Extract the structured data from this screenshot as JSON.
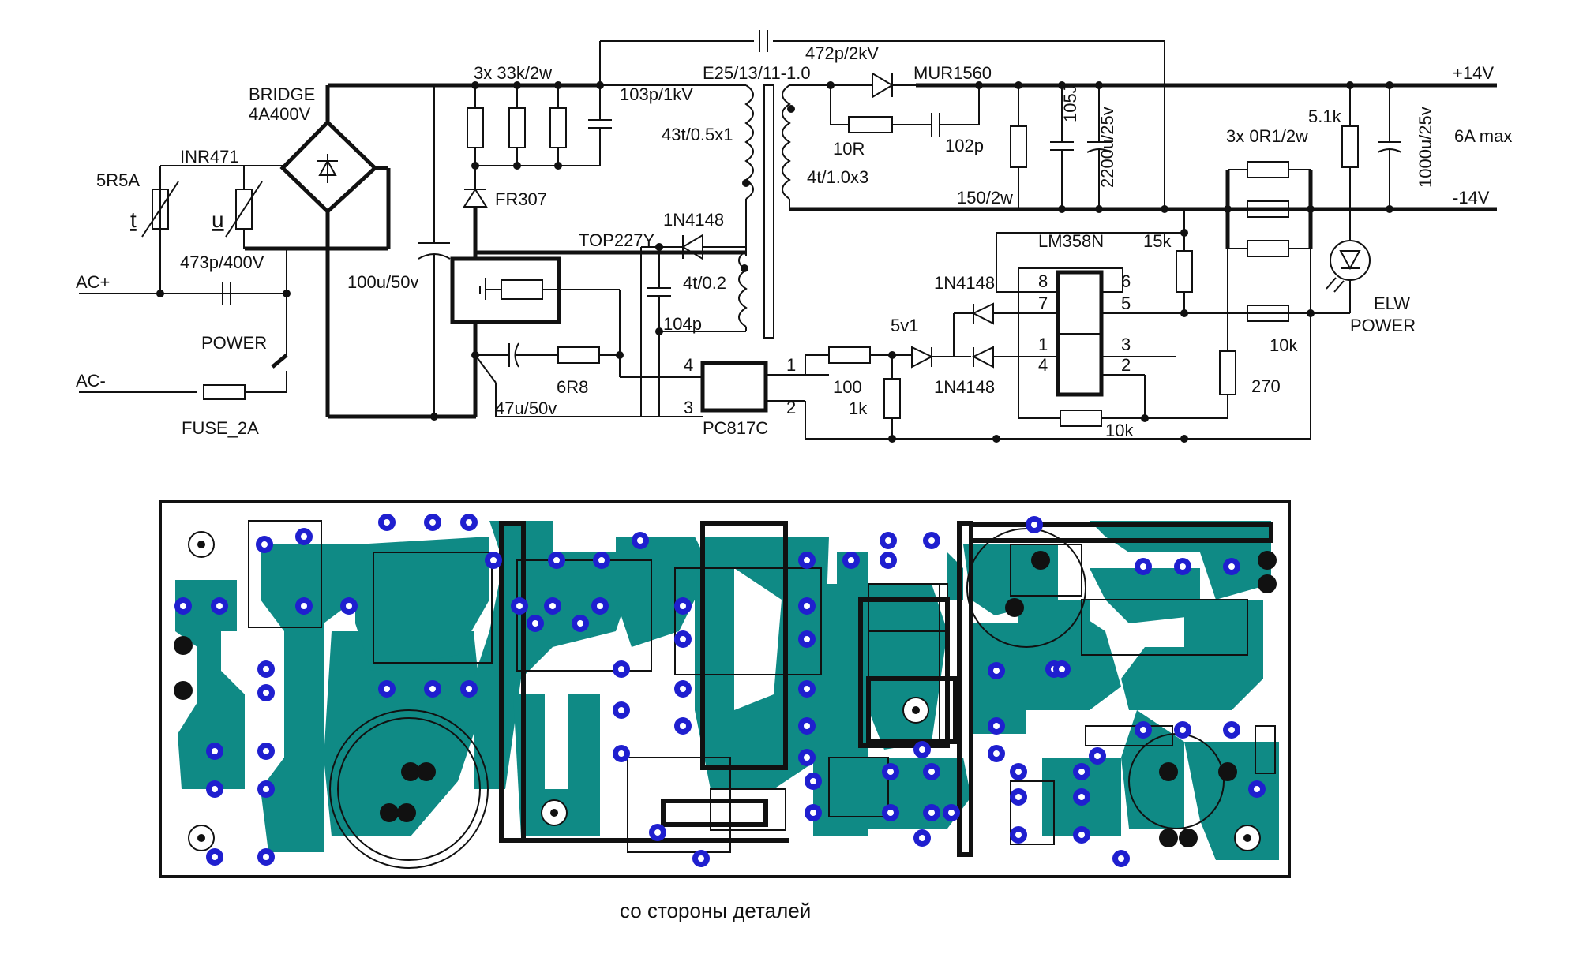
{
  "schematic": {
    "labels": {
      "bridge": "BRIDGE",
      "bridge_rating": "4A400V",
      "ntc": "5R5A",
      "varistor": "INR471",
      "t": "t",
      "u": "u",
      "ac_plus": "AC+",
      "ac_minus": "AC-",
      "x_cap": "473p/400V",
      "power": "POWER",
      "fuse": "FUSE_2A",
      "bulk_cap": "100u/50v",
      "snubber_res": "3x 33k/2w",
      "snubber_cap": "103p/1kV",
      "fr307": "FR307",
      "top": "TOP227Y",
      "bias_diode": "1N4148",
      "bias_winding": "4t/0.2",
      "bias_cap": "104p",
      "control_cap": "47u/50v",
      "control_res": "6R8",
      "optocoupler": "PC817C",
      "pin_1": "1",
      "pin_2": "2",
      "pin_3": "3",
      "pin_4": "4",
      "transformer": "E25/13/11-1.0",
      "primary": "43t/0.5x1",
      "secondary": "4t/1.0x3",
      "y_cap": "472p/2kV",
      "rectifier": "MUR1560",
      "snub_r": "10R",
      "snub_c": "102p",
      "cap_105j": "105J",
      "out_cap": "2200u/25v",
      "load_res": "150/2w",
      "pos_out": "+14V",
      "neg_out": "-14V",
      "rating": "6A max",
      "shunt": "3x 0R1/2w",
      "led_res": "5.1k",
      "out_cap2": "1000u/25v",
      "led": "ELW",
      "led2": "POWER",
      "opamp": "LM358N",
      "r15k": "15k",
      "d1": "1N4148",
      "d2": "1N4148",
      "zener": "5v1",
      "r100": "100",
      "r1k": "1k",
      "r10k_a": "10k",
      "r10k_b": "10k",
      "r270": "270",
      "p8": "8",
      "p7": "7",
      "p6": "6",
      "p5": "5",
      "p1": "1",
      "p4": "4",
      "p3": "3",
      "p2": "2"
    }
  },
  "pcb": {
    "caption": "со стороны деталей",
    "colors": {
      "copper": "#0f8a85",
      "pad": "#1f1fcf",
      "outline": "#111111"
    }
  }
}
